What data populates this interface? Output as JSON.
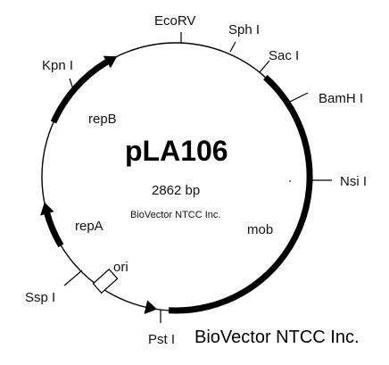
{
  "plasmid": {
    "name": "pLA106",
    "size": "2862 bp"
  },
  "sites": [
    {
      "label": "EcoRV"
    },
    {
      "label": "Sph I"
    },
    {
      "label": "Sac I"
    },
    {
      "label": "BamH I"
    },
    {
      "label": "Nsi I"
    },
    {
      "label": "Pst I"
    },
    {
      "label": "Ssp I"
    },
    {
      "label": "Kpn I"
    }
  ],
  "features": {
    "repB": "repB",
    "repA": "repA",
    "mob": "mob",
    "ori": "ori"
  },
  "watermark": {
    "small": "BioVector NTCC Inc.",
    "large": "BioVector NTCC Inc."
  },
  "colors": {
    "line": "#000000",
    "arc": "#000000",
    "background": "#ffffff"
  }
}
